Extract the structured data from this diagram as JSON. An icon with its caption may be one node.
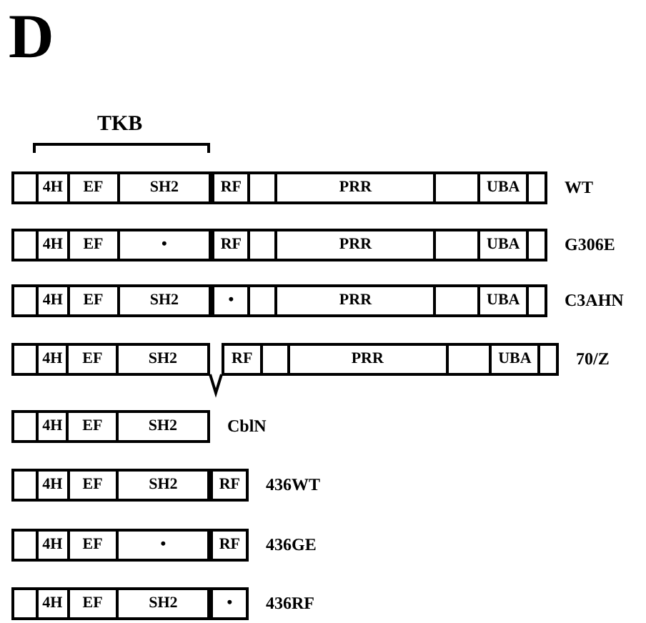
{
  "diagram": {
    "nodes": [
      {
        "text": [],
        "shape": "bar",
        "beside": [
          "WT"
        ]
      },
      {
        "text": [],
        "shape": "box",
        "in": 0
      },
      {
        "text": [
          "4H"
        ],
        "in": 0
      },
      {
        "text": [
          "EF"
        ],
        "in": 0
      },
      {
        "text": [
          "SH2"
        ],
        "in": 0
      },
      {
        "text": [
          "RF"
        ],
        "in": 0
      },
      {
        "text": [],
        "shape": "box",
        "in": 0
      },
      {
        "text": [
          "PRR"
        ],
        "in": 0
      },
      {
        "text": [],
        "shape": "box",
        "in": 0
      },
      {
        "text": [
          "UBA"
        ],
        "in": 0
      },
      {
        "text": [],
        "shape": "box",
        "in": 0
      },
      {
        "text": [],
        "shape": "bar",
        "beside": [
          "G306E"
        ]
      },
      {
        "text": [],
        "shape": "box",
        "in": 11
      },
      {
        "text": [
          "4H"
        ],
        "in": 11
      },
      {
        "text": [
          "EF"
        ],
        "in": 11
      },
      {
        "text": [
          "•"
        ],
        "in": 11
      },
      {
        "text": [
          "RF"
        ],
        "in": 11
      },
      {
        "text": [],
        "shape": "box",
        "in": 11
      },
      {
        "text": [
          "PRR"
        ],
        "in": 11
      },
      {
        "text": [],
        "shape": "box",
        "in": 11
      },
      {
        "text": [
          "UBA"
        ],
        "in": 11
      },
      {
        "text": [],
        "shape": "box",
        "in": 11
      },
      {
        "text": [],
        "shape": "bar",
        "beside": [
          "C3AHN"
        ]
      },
      {
        "text": [],
        "shape": "box",
        "in": 22
      },
      {
        "text": [
          "4H"
        ],
        "in": 22
      },
      {
        "text": [
          "EF"
        ],
        "in": 22
      },
      {
        "text": [
          "SH2"
        ],
        "in": 22
      },
      {
        "text": [
          "•"
        ],
        "in": 22
      },
      {
        "text": [],
        "shape": "box",
        "in": 22
      },
      {
        "text": [
          "PRR"
        ],
        "in": 22
      },
      {
        "text": [],
        "shape": "box",
        "in": 22
      },
      {
        "text": [
          "UBA"
        ],
        "in": 22
      },
      {
        "text": [],
        "shape": "box",
        "in": 22
      },
      {
        "text": [],
        "shape": "bar"
      },
      {
        "text": [],
        "shape": "box",
        "in": 33
      },
      {
        "text": [
          "4H"
        ],
        "in": 33
      },
      {
        "text": [
          "EF"
        ],
        "in": 33
      },
      {
        "text": [
          "SH2"
        ],
        "in": 33
      },
      {
        "text": [],
        "shape": "bar",
        "beside": [
          "70/Z"
        ]
      },
      {
        "text": [
          "RF"
        ],
        "in": 38
      },
      {
        "text": [],
        "shape": "box",
        "in": 38
      },
      {
        "text": [
          "PRR"
        ],
        "in": 38
      },
      {
        "text": [],
        "shape": "box",
        "in": 38
      },
      {
        "text": [
          "UBA"
        ],
        "in": 38
      },
      {
        "text": [],
        "shape": "box",
        "in": 38
      },
      {
        "text": [],
        "shape": "bar",
        "beside": [
          "CblN"
        ]
      },
      {
        "text": [],
        "shape": "box",
        "in": 45
      },
      {
        "text": [
          "4H"
        ],
        "in": 45
      },
      {
        "text": [
          "EF"
        ],
        "in": 45
      },
      {
        "text": [
          "SH2"
        ],
        "in": 45
      },
      {
        "text": [],
        "shape": "bar",
        "beside": [
          "436WT"
        ]
      },
      {
        "text": [],
        "shape": "box",
        "in": 50
      },
      {
        "text": [
          "4H"
        ],
        "in": 50
      },
      {
        "text": [
          "EF"
        ],
        "in": 50
      },
      {
        "text": [
          "SH2"
        ],
        "in": 50
      },
      {
        "text": [
          "RF"
        ],
        "in": 50
      },
      {
        "text": [],
        "shape": "bar",
        "beside": [
          "436GE"
        ]
      },
      {
        "text": [],
        "shape": "box",
        "in": 56
      },
      {
        "text": [
          "4H"
        ],
        "in": 56
      },
      {
        "text": [
          "EF"
        ],
        "in": 56
      },
      {
        "text": [
          "•"
        ],
        "in": 56
      },
      {
        "text": [
          "RF"
        ],
        "in": 56
      },
      {
        "text": [],
        "shape": "bar",
        "beside": [
          "436RF"
        ]
      },
      {
        "text": [],
        "shape": "box",
        "in": 62
      },
      {
        "text": [
          "4H"
        ],
        "in": 62
      },
      {
        "text": [
          "EF"
        ],
        "in": 62
      },
      {
        "text": [
          "SH2"
        ],
        "in": 62
      },
      {
        "text": [
          "•"
        ],
        "in": 62
      }
    ],
    "edges": [
      {
        "from": 33,
        "to": 38,
        "arrow": "none"
      }
    ],
    "labels": [
      "D",
      "TKB"
    ]
  }
}
